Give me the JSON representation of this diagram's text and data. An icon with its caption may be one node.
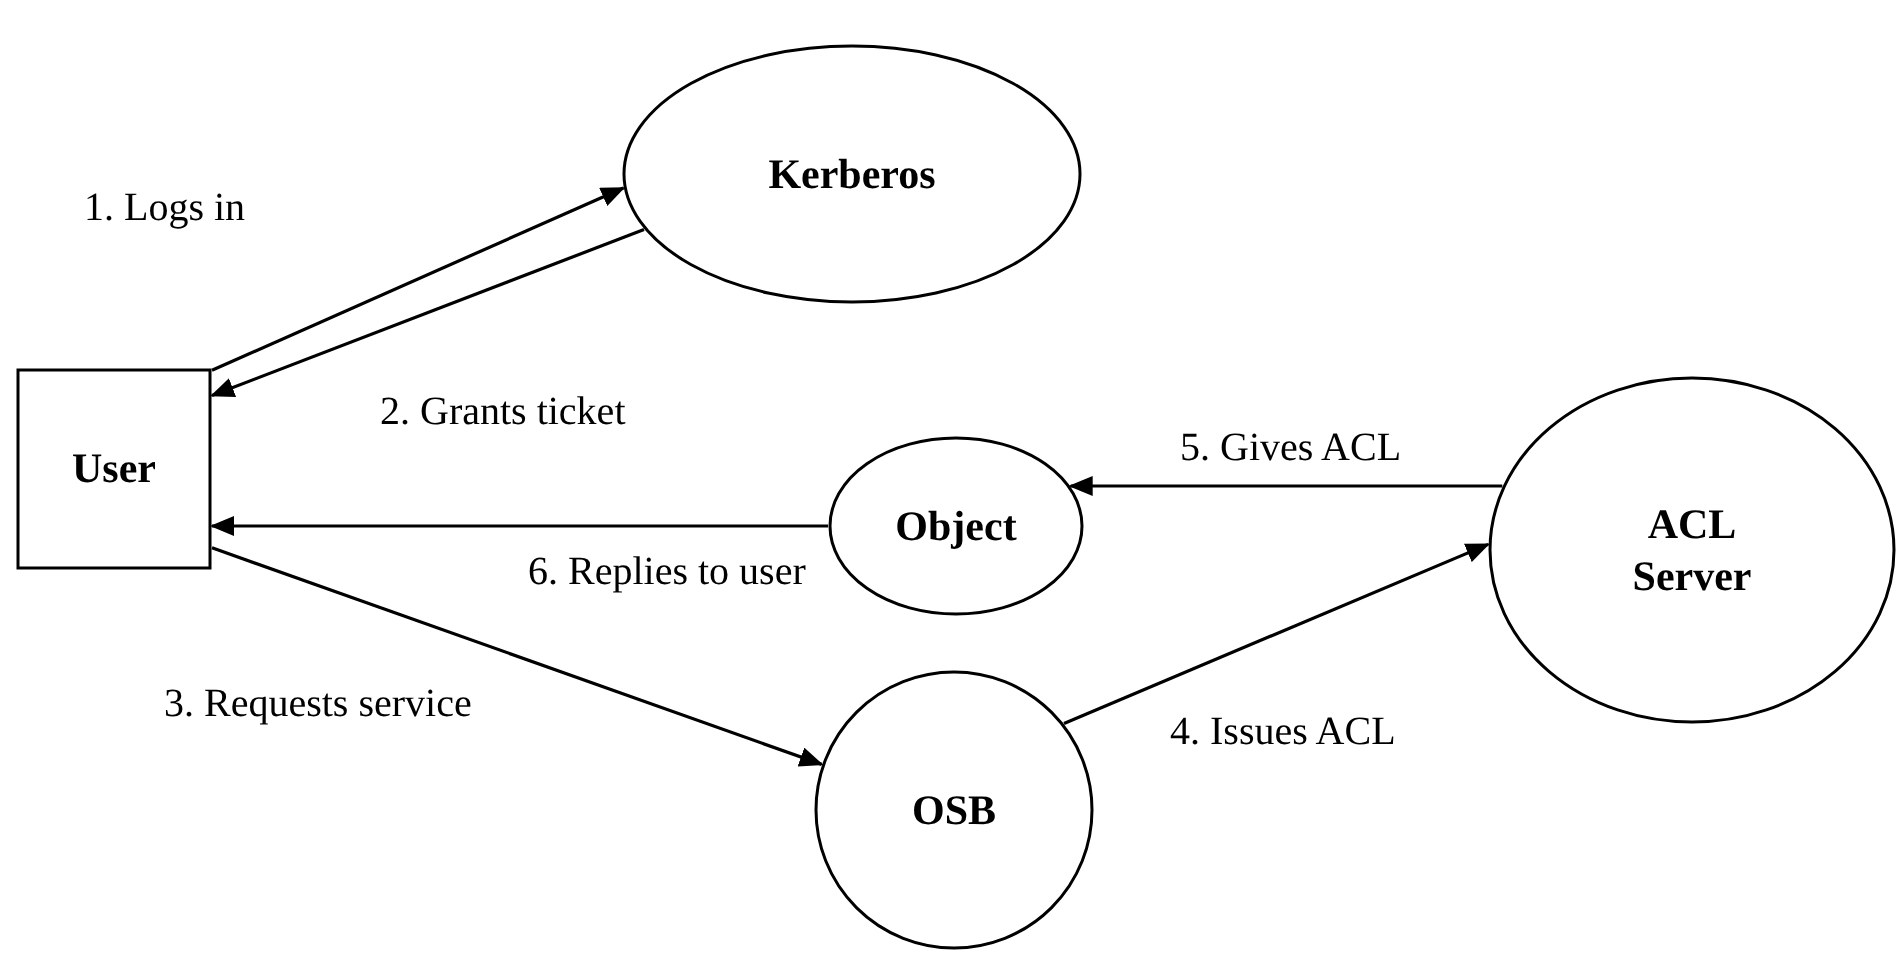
{
  "diagram": {
    "nodes": [
      {
        "text": [
          "User"
        ]
      },
      {
        "text": [
          "Kerberos"
        ]
      },
      {
        "text": [
          "Object"
        ]
      },
      {
        "text": [
          "ACL Server"
        ]
      },
      {
        "text": [
          "OSB"
        ]
      }
    ],
    "edges": [
      {
        "from": 0,
        "to": 1,
        "arrow": "to",
        "label": "1. Logs in"
      },
      {
        "from": 1,
        "to": 0,
        "arrow": "to",
        "label": "2. Grants ticket"
      },
      {
        "from": 0,
        "to": 4,
        "arrow": "to",
        "label": "3. Requests service"
      },
      {
        "from": 4,
        "to": 3,
        "arrow": "to",
        "label": "4. Issues ACL"
      },
      {
        "from": 3,
        "to": 2,
        "arrow": "to",
        "label": "5. Gives ACL"
      },
      {
        "from": 2,
        "to": 0,
        "arrow": "to",
        "label": "6. Replies to user"
      }
    ]
  }
}
